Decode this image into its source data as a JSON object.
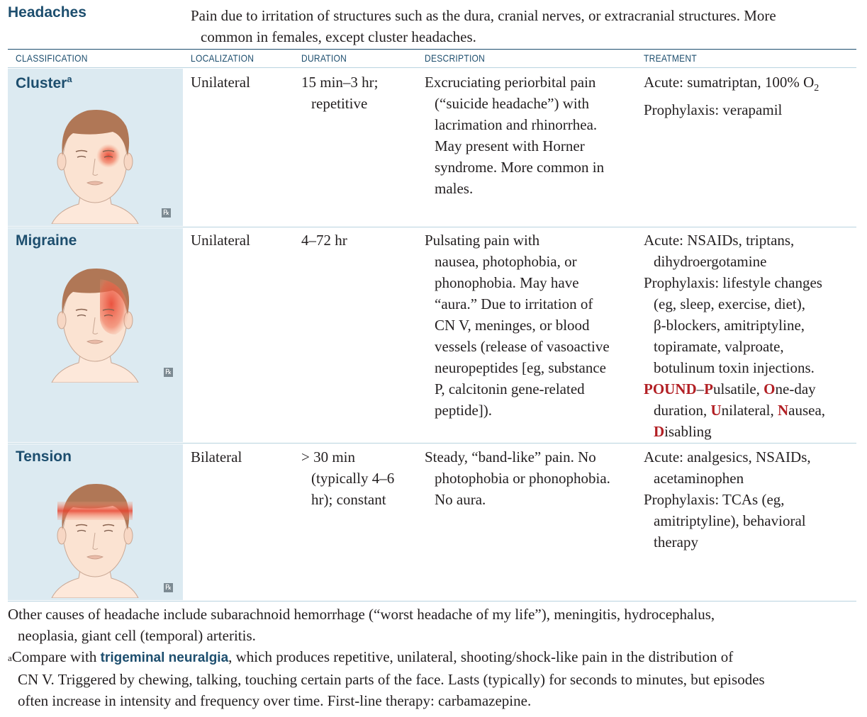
{
  "title": "Headaches",
  "intro": {
    "line1": "Pain due to irritation of structures such as the dura, cranial nerves, or extracranial structures. More",
    "line2": "common in females, except cluster headaches."
  },
  "headers": {
    "classification": "CLASSIFICATION",
    "localization": "LOCALIZATION",
    "duration": "DURATION",
    "description": "DESCRIPTION",
    "treatment": "TREATMENT"
  },
  "rows": [
    {
      "name": "Cluster",
      "name_sup": "a",
      "rx": "℞",
      "localization": "Unilateral",
      "duration": [
        "15 min–3 hr;",
        "repetitive"
      ],
      "description": [
        "Excruciating periorbital pain",
        "(“suicide headache”) with",
        "lacrimation and rhinorrhea.",
        "May present with Horner",
        "syndrome. More common in",
        "males."
      ],
      "treatment_acute_a": "Acute: sumatriptan, 100% O",
      "treatment_acute_sub": "2",
      "treatment_prophylaxis": "Prophylaxis: verapamil"
    },
    {
      "name": "Migraine",
      "rx": "℞",
      "localization": "Unilateral",
      "duration": [
        "4–72 hr"
      ],
      "description": [
        "Pulsating pain with",
        "nausea, photophobia, or",
        "phonophobia. May have",
        "“aura.” Due to irritation of",
        "CN V, meninges, or blood",
        "vessels (release of vasoactive",
        "neuropeptides [eg, substance",
        "P, calcitonin gene-related",
        "peptide])."
      ],
      "treatment": [
        "Acute: NSAIDs, triptans,",
        "dihydroergotamine",
        "Prophylaxis: lifestyle changes",
        "(eg, sleep, exercise, diet),",
        "β-blockers, amitriptyline,",
        "topiramate, valproate,",
        "botulinum toxin injections."
      ],
      "mnemonic": {
        "pound": "POUND",
        "dash": "–",
        "p": "P",
        "p_rest": "ulsatile, ",
        "o": "O",
        "o_rest": "ne-day",
        "line2_a": "duration, ",
        "u": "U",
        "u_rest": "nilateral, ",
        "n": "N",
        "n_rest": "ausea,",
        "d": "D",
        "d_rest": "isabling"
      }
    },
    {
      "name": "Tension",
      "rx": "℞",
      "localization": "Bilateral",
      "duration": [
        "> 30 min",
        "(typically 4–6",
        "hr); constant"
      ],
      "description": [
        "Steady, “band-like” pain. No",
        "photophobia or phonophobia.",
        "No aura."
      ],
      "treatment": [
        "Acute: analgesics, NSAIDs,",
        "acetaminophen",
        "Prophylaxis: TCAs (eg,",
        "amitriptyline), behavioral",
        "therapy"
      ]
    }
  ],
  "footnotes": {
    "other_line1": "Other causes of headache include subarachnoid hemorrhage (“worst headache of my life”), meningitis, hydrocephalus,",
    "other_line2": "neoplasia, giant cell (temporal) arteritis.",
    "a_marker": "a",
    "a_pre": "Compare with ",
    "a_term": "trigeminal neuralgia",
    "a_post": ", which produces repetitive, unilateral, shooting/shock-like pain in the distribution of",
    "a_line2": "CN V. Triggered by chewing, talking, touching certain parts of the face. Lasts (typically) for seconds to minutes, but episodes",
    "a_line3": "often increase in intensity and frequency over time. First-line therapy: carbamazepine."
  },
  "colors": {
    "heading_blue": "#1d4e6e",
    "panel_blue": "#dceaf1",
    "mnemonic_red": "#b21f24",
    "pain_red": "#e8432f"
  }
}
